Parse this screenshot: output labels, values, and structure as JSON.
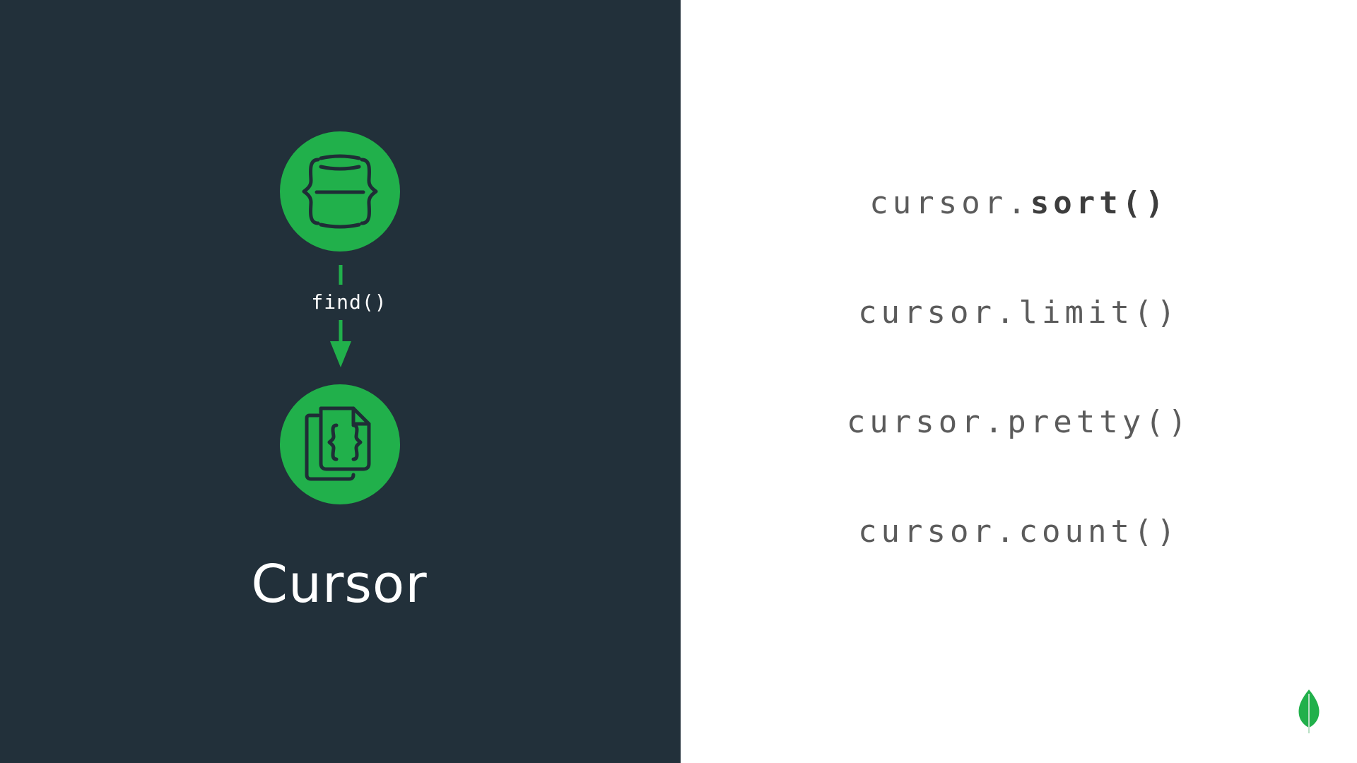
{
  "colors": {
    "dark_panel": "#22303a",
    "green": "#21b04b",
    "dark_icon_stroke": "#1f2d36",
    "white": "#ffffff",
    "method_text": "#5b5b5b"
  },
  "left": {
    "top_icon": "database-icon",
    "arrow_label": "find()",
    "bottom_icon": "documents-icon",
    "title": "Cursor"
  },
  "right": {
    "methods": [
      {
        "prefix": "cursor.",
        "name": "sort()",
        "emphasized": true
      },
      {
        "prefix": "cursor.",
        "name": "limit()",
        "emphasized": false
      },
      {
        "prefix": "cursor.",
        "name": "pretty()",
        "emphasized": false
      },
      {
        "prefix": "cursor.",
        "name": "count()",
        "emphasized": false
      }
    ]
  },
  "brand": {
    "logo_icon": "leaf-logo-icon"
  }
}
